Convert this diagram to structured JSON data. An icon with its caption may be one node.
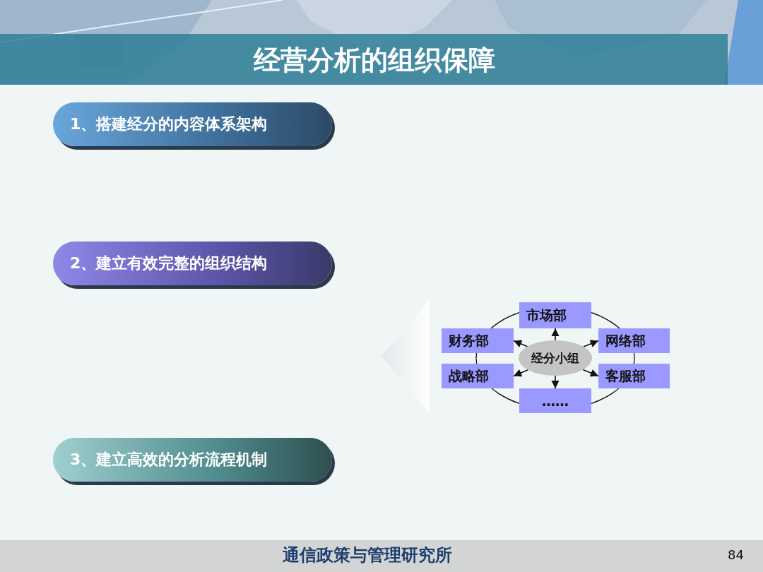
{
  "diagram": {
    "title": "经营分析的组织保障",
    "nodes": [
      {
        "text": [
          "1、搭建经分的内容体系架构"
        ]
      },
      {
        "text": [
          "2、建立有效完整的组织结构"
        ]
      },
      {
        "text": [
          "3、建立高效的分析流程机制"
        ]
      },
      {
        "text": [
          "经分小组"
        ]
      },
      {
        "text": [
          "市场部"
        ]
      },
      {
        "text": [
          "财务部"
        ]
      },
      {
        "text": [
          "网络部"
        ]
      },
      {
        "text": [
          "战略部"
        ]
      },
      {
        "text": [
          "客服部"
        ]
      },
      {
        "text": [
          "……"
        ]
      }
    ],
    "edges": [
      {
        "from": 3,
        "to": 4,
        "arrow": "to"
      },
      {
        "from": 3,
        "to": 5,
        "arrow": "to"
      },
      {
        "from": 3,
        "to": 6,
        "arrow": "to"
      },
      {
        "from": 3,
        "to": 7,
        "arrow": "to"
      },
      {
        "from": 3,
        "to": 8,
        "arrow": "to"
      },
      {
        "from": 3,
        "to": 9,
        "arrow": "to"
      }
    ],
    "labels": [
      "通信政策与管理研究所",
      "84"
    ]
  }
}
